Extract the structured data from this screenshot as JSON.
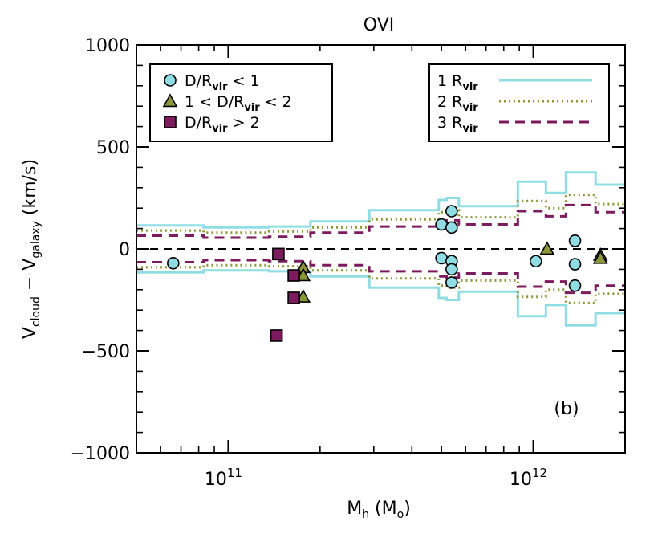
{
  "chart_data": {
    "type": "scatter",
    "title": "OVI",
    "xlabel": {
      "main": "M",
      "sub": "h",
      "tail": " (M",
      "sub2": "o",
      "end": ")"
    },
    "ylabel": {
      "main1": "V",
      "sub1": "cloud",
      "mid": " − V",
      "sub2": "galaxy",
      "end": " (km/s)"
    },
    "annotation": "(b)",
    "x_scale": "log",
    "xlim": [
      50000000000.0,
      2000000000000.0
    ],
    "ylim": [
      -1000,
      1000
    ],
    "yticks": [
      -1000,
      -500,
      0,
      500,
      1000
    ],
    "ytick_labels": [
      "−1000",
      "−500",
      "0",
      "500",
      "1000"
    ],
    "xticks_major": [
      {
        "value": 100000000000.0,
        "base": "10",
        "exp": "11"
      },
      {
        "value": 1000000000000.0,
        "base": "10",
        "exp": "12"
      }
    ],
    "xticks_minor": [
      60000000000.0,
      70000000000.0,
      80000000000.0,
      90000000000.0,
      200000000000.0,
      300000000000.0,
      400000000000.0,
      500000000000.0,
      600000000000.0,
      700000000000.0,
      800000000000.0,
      900000000000.0,
      2000000000000.0
    ],
    "zero_line": 0,
    "colors": {
      "cyan": "#8fdde3",
      "olive": "#8c9639",
      "purple": "#7c1b5e",
      "black": "#000000"
    },
    "legend_left": [
      {
        "marker": "circle",
        "color": "#8fdde3",
        "pre": "D/R",
        "sub": "vir",
        "post": " < 1"
      },
      {
        "marker": "triangle",
        "color": "#8c9639",
        "pre": "1 < D/R",
        "sub": "vir",
        "post": " < 2"
      },
      {
        "marker": "square",
        "color": "#7c1b5e",
        "pre": "D/R",
        "sub": "vir",
        "post": " > 2"
      }
    ],
    "legend_right": [
      {
        "pre": "1 R",
        "sub": "vir",
        "color": "#8fdde3",
        "dash": "",
        "width": 3
      },
      {
        "pre": "2 R",
        "sub": "vir",
        "color": "#8c9639",
        "dash": "2 4",
        "width": 3
      },
      {
        "pre": "3 R",
        "sub": "vir",
        "color": "#7c1b5e",
        "dash": "12 8",
        "width": 3
      }
    ],
    "series": [
      {
        "marker": "circle",
        "color": "#8fdde3",
        "points": [
          {
            "x": 66000000000.0,
            "y": -70,
            "err": 10
          },
          {
            "x": 500000000000.0,
            "y": 120,
            "err": 15
          },
          {
            "x": 540000000000.0,
            "y": 185,
            "err": 15
          },
          {
            "x": 540000000000.0,
            "y": 105,
            "err": 15
          },
          {
            "x": 500000000000.0,
            "y": -45,
            "err": 15
          },
          {
            "x": 540000000000.0,
            "y": -60,
            "err": 15
          },
          {
            "x": 540000000000.0,
            "y": -100,
            "err": 15
          },
          {
            "x": 540000000000.0,
            "y": -165,
            "err": 15
          },
          {
            "x": 1020000000000.0,
            "y": -60,
            "err": 25
          },
          {
            "x": 1370000000000.0,
            "y": 40,
            "err": 25
          },
          {
            "x": 1370000000000.0,
            "y": -75,
            "err": 15
          },
          {
            "x": 1370000000000.0,
            "y": -180,
            "err": 15
          }
        ]
      },
      {
        "marker": "triangle",
        "color": "#8c9639",
        "points": [
          {
            "x": 176000000000.0,
            "y": -90,
            "err": 25
          },
          {
            "x": 176000000000.0,
            "y": -130,
            "err": 25
          },
          {
            "x": 176000000000.0,
            "y": -235,
            "err": 15
          },
          {
            "x": 1110000000000.0,
            "y": 0,
            "err": 25
          },
          {
            "x": 1660000000000.0,
            "y": -30,
            "err": 25
          },
          {
            "x": 1660000000000.0,
            "y": -45,
            "err": 15
          }
        ]
      },
      {
        "marker": "square",
        "color": "#7c1b5e",
        "points": [
          {
            "x": 146000000000.0,
            "y": -25,
            "err": 10
          },
          {
            "x": 164000000000.0,
            "y": -130,
            "err": 10
          },
          {
            "x": 164000000000.0,
            "y": -240,
            "err": 10
          },
          {
            "x": 144000000000.0,
            "y": -425,
            "err": 10
          }
        ]
      }
    ],
    "step_lines": [
      {
        "name": "1 R",
        "color": "#8fdde3",
        "dash": "",
        "width": 3,
        "steps": [
          [
            50000000000.0,
            83000000000.0,
            115
          ],
          [
            83000000000.0,
            136000000000.0,
            105
          ],
          [
            136000000000.0,
            186000000000.0,
            110
          ],
          [
            186000000000.0,
            290000000000.0,
            135
          ],
          [
            290000000000.0,
            490000000000.0,
            190
          ],
          [
            490000000000.0,
            520000000000.0,
            240
          ],
          [
            520000000000.0,
            570000000000.0,
            250
          ],
          [
            570000000000.0,
            890000000000.0,
            210
          ],
          [
            890000000000.0,
            1100000000000.0,
            330
          ],
          [
            1100000000000.0,
            1280000000000.0,
            275
          ],
          [
            1280000000000.0,
            1600000000000.0,
            375
          ],
          [
            1600000000000.0,
            2000000000000.0,
            315
          ]
        ]
      },
      {
        "name": "2 R",
        "color": "#8c9639",
        "dash": "2 4",
        "width": 3,
        "steps": [
          [
            50000000000.0,
            83000000000.0,
            90
          ],
          [
            83000000000.0,
            136000000000.0,
            80
          ],
          [
            136000000000.0,
            186000000000.0,
            85
          ],
          [
            186000000000.0,
            290000000000.0,
            105
          ],
          [
            290000000000.0,
            490000000000.0,
            145
          ],
          [
            490000000000.0,
            520000000000.0,
            180
          ],
          [
            520000000000.0,
            570000000000.0,
            190
          ],
          [
            570000000000.0,
            890000000000.0,
            155
          ],
          [
            890000000000.0,
            1100000000000.0,
            235
          ],
          [
            1100000000000.0,
            1280000000000.0,
            200
          ],
          [
            1280000000000.0,
            1600000000000.0,
            265
          ],
          [
            1600000000000.0,
            2000000000000.0,
            220
          ]
        ]
      },
      {
        "name": "3 R",
        "color": "#7c1b5e",
        "dash": "12 8",
        "width": 3,
        "steps": [
          [
            50000000000.0,
            83000000000.0,
            65
          ],
          [
            83000000000.0,
            136000000000.0,
            55
          ],
          [
            136000000000.0,
            186000000000.0,
            60
          ],
          [
            186000000000.0,
            290000000000.0,
            80
          ],
          [
            290000000000.0,
            490000000000.0,
            110
          ],
          [
            490000000000.0,
            520000000000.0,
            135
          ],
          [
            520000000000.0,
            570000000000.0,
            140
          ],
          [
            570000000000.0,
            890000000000.0,
            120
          ],
          [
            890000000000.0,
            1100000000000.0,
            185
          ],
          [
            1100000000000.0,
            1280000000000.0,
            160
          ],
          [
            1280000000000.0,
            1600000000000.0,
            215
          ],
          [
            1600000000000.0,
            2000000000000.0,
            180
          ]
        ]
      }
    ]
  }
}
